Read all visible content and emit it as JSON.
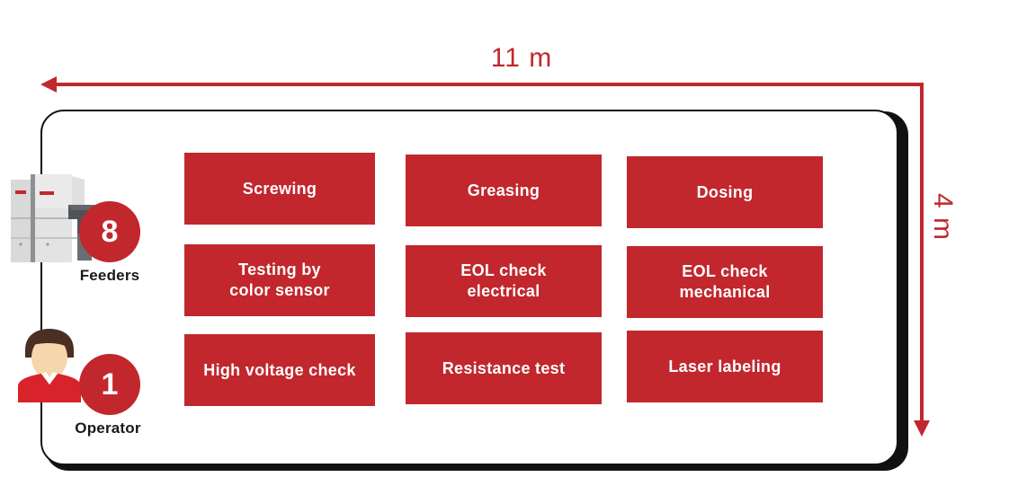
{
  "dimensions": {
    "width_label": "11 m",
    "height_label": "4 m",
    "accent_color": "#C1272D",
    "frame_color": "#111111"
  },
  "process_boxes": [
    {
      "label": "Screwing",
      "row": 1,
      "col": 1
    },
    {
      "label": "Greasing",
      "row": 1,
      "col": 2
    },
    {
      "label": "Dosing",
      "row": 1,
      "col": 3
    },
    {
      "label": "Testing by\ncolor sensor",
      "row": 2,
      "col": 1
    },
    {
      "label": "EOL check\nelectrical",
      "row": 2,
      "col": 2
    },
    {
      "label": "EOL check\nmechanical",
      "row": 2,
      "col": 3
    },
    {
      "label": "High voltage check",
      "row": 3,
      "col": 1
    },
    {
      "label": "Resistance test",
      "row": 3,
      "col": 2
    },
    {
      "label": "Laser labeling",
      "row": 3,
      "col": 3
    }
  ],
  "resources": [
    {
      "count": "8",
      "label": "Feeders",
      "icon": "machine-icon"
    },
    {
      "count": "1",
      "label": "Operator",
      "icon": "operator-avatar-icon"
    }
  ]
}
